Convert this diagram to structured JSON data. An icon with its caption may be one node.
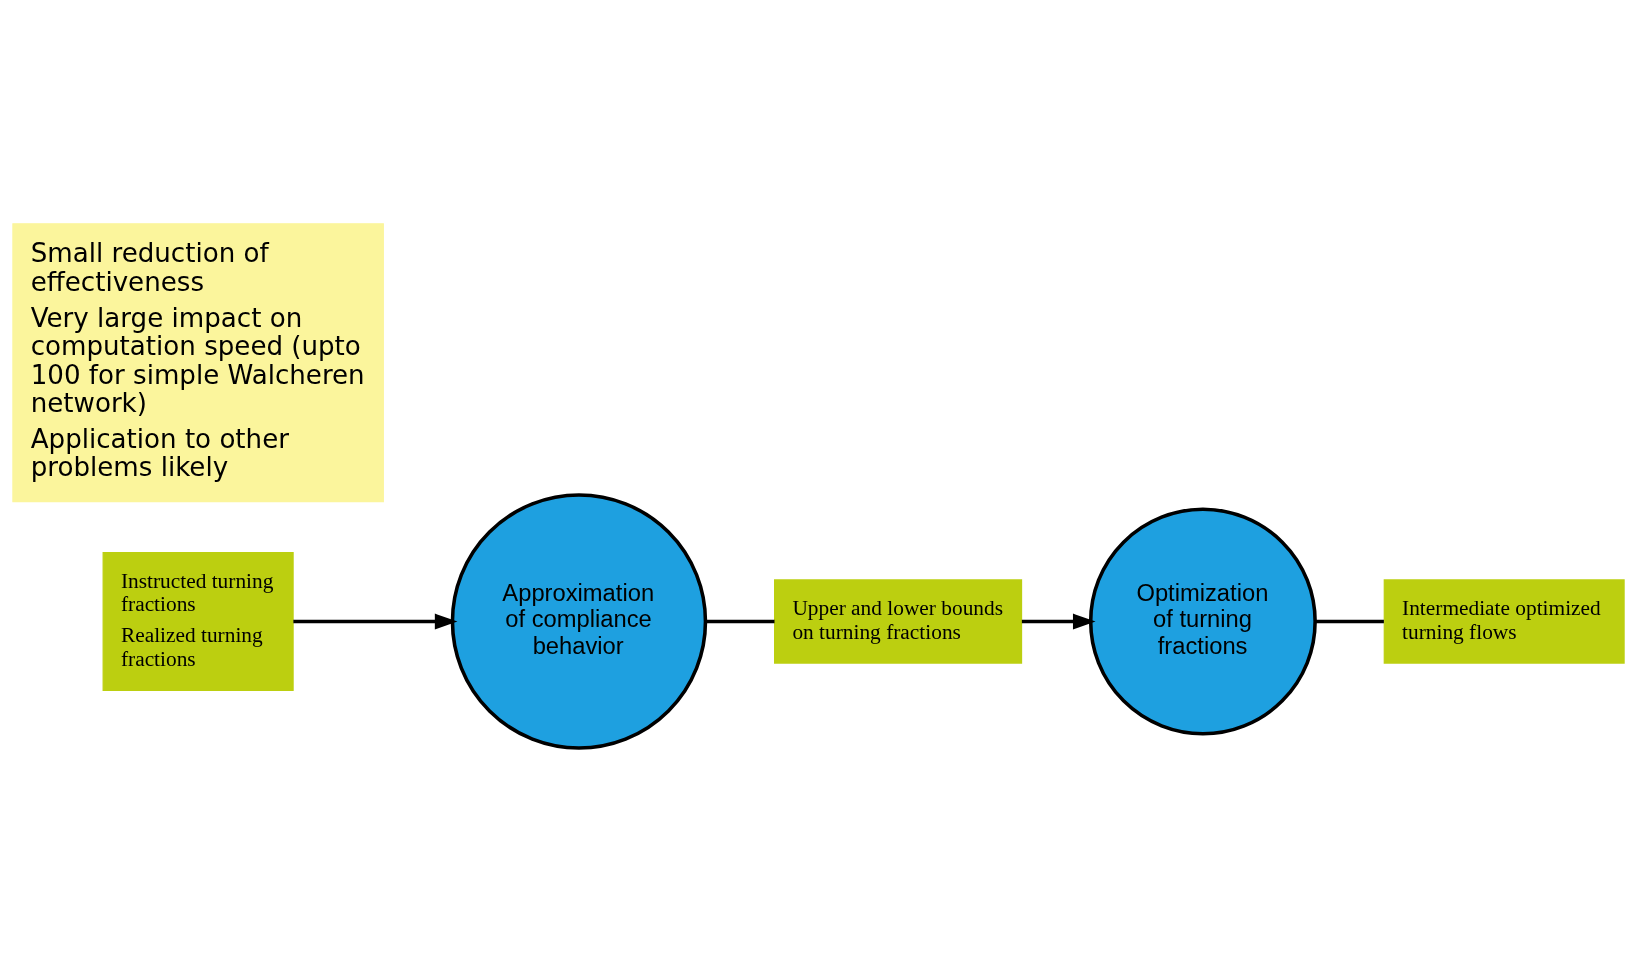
{
  "diagram": {
    "nodes": [
      {
        "text": [
          "Optimization of turning fractions"
        ]
      },
      {
        "text": [
          "Upper and lower bounds on turning fractions"
        ]
      },
      {
        "text": [
          "Intermediate optimized turning flows"
        ]
      },
      {
        "text": [
          "Approximation of compliance behavior"
        ]
      },
      {
        "text": [
          "Instructed turning fractions",
          "Realized turning fractions"
        ]
      },
      {
        "text": [
          "Small reduction of effectiveness",
          "Very large impact on computation speed (upto 100 for simple Walcheren network)",
          "Application to other problems likely"
        ]
      }
    ],
    "edges": [
      {
        "from": 3,
        "to": 1,
        "arrow": "none"
      },
      {
        "from": 1,
        "to": 0,
        "arrow": "to"
      },
      {
        "from": 0,
        "to": 2,
        "arrow": "none"
      },
      {
        "from": 4,
        "to": 3,
        "arrow": "to"
      }
    ]
  }
}
